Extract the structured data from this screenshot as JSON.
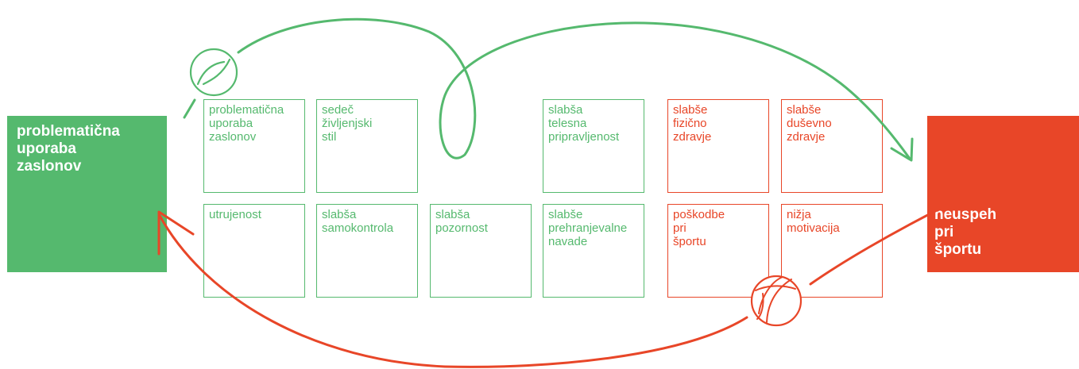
{
  "diagram": {
    "start_node": {
      "label": "problematična\nuporaba\nzaslonov"
    },
    "end_node": {
      "label": "neuspeh\npri\nšportu"
    },
    "row1": [
      {
        "label": "problematična\nuporaba\nzaslonov",
        "status": "green"
      },
      {
        "label": "sedeč\nživljenjski\nstil",
        "status": "green"
      },
      {
        "label": "",
        "status": "empty"
      },
      {
        "label": "slabša\ntelesna\npripravljenost",
        "status": "green"
      },
      {
        "label": "slabše\nfizično\nzdravje",
        "status": "red"
      },
      {
        "label": "slabše\nduševno\nzdravje",
        "status": "red"
      }
    ],
    "row2": [
      {
        "label": "utrujenost",
        "status": "green"
      },
      {
        "label": "slabša\nsamokontrola",
        "status": "green"
      },
      {
        "label": "slabša\npozornost",
        "status": "green"
      },
      {
        "label": "slabše\nprehranjevalne\nnavade",
        "status": "green"
      },
      {
        "label": "poškodbe\npri\nšportu",
        "status": "red"
      },
      {
        "label": "nižja\nmotivacija",
        "status": "red"
      }
    ],
    "icons": [
      "tennis-ball-icon",
      "beach-ball-icon"
    ],
    "colors": {
      "green": "#55b96e",
      "red": "#e84628"
    }
  }
}
